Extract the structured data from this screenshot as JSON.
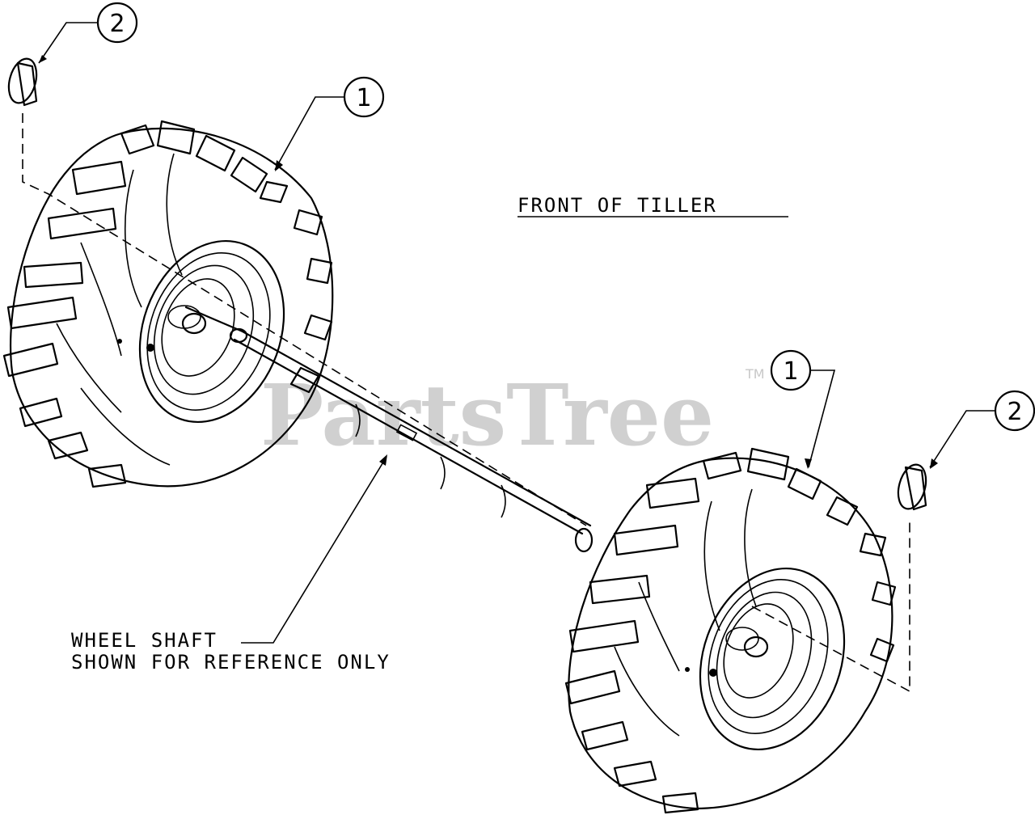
{
  "diagram": {
    "front_label": "FRONT OF TILLER",
    "shaft_label_line1": "WHEEL SHAFT",
    "shaft_label_line2": "SHOWN FOR REFERENCE ONLY",
    "callouts": {
      "wheel_left": "1",
      "pin_left": "2",
      "wheel_right": "1",
      "pin_right": "2"
    },
    "watermark": "PartsTree",
    "watermark_mark": "TM"
  }
}
